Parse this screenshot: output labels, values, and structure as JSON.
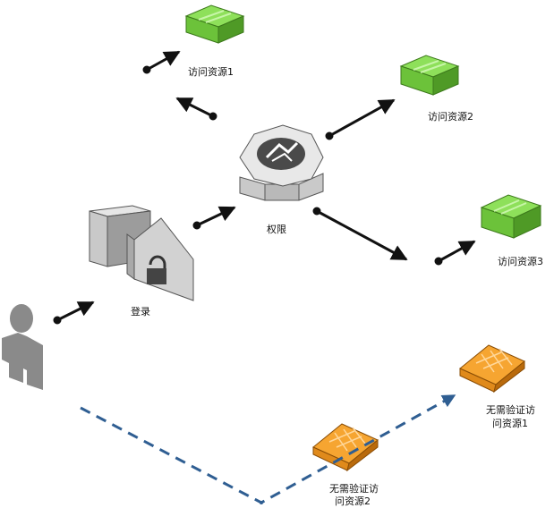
{
  "labels": {
    "resource1": "访问资源1",
    "resource2": "访问资源2",
    "resource3": "访问资源3",
    "permission": "权限",
    "login": "登录",
    "free1_line1": "无需验证访",
    "free1_line2": "问资源1",
    "free2_line1": "无需验证访",
    "free2_line2": "问资源2"
  },
  "colors": {
    "green_top": "#8ee05a",
    "green_front": "#6cc23a",
    "green_side": "#4f9a26",
    "orange_top": "#f6a531",
    "orange_front": "#e08a1b",
    "orange_side": "#b96a0c",
    "gray_light": "#e6e6e6",
    "gray_mid": "#c9c9c9",
    "gray_dark": "#9c9c9c",
    "arrow": "#111111",
    "dashed": "#2f5e92",
    "person": "#8a8a8a"
  },
  "icons": [
    "user-icon",
    "login-lock-icon",
    "permission-server-icon",
    "resource-box-icon",
    "free-resource-icon"
  ]
}
